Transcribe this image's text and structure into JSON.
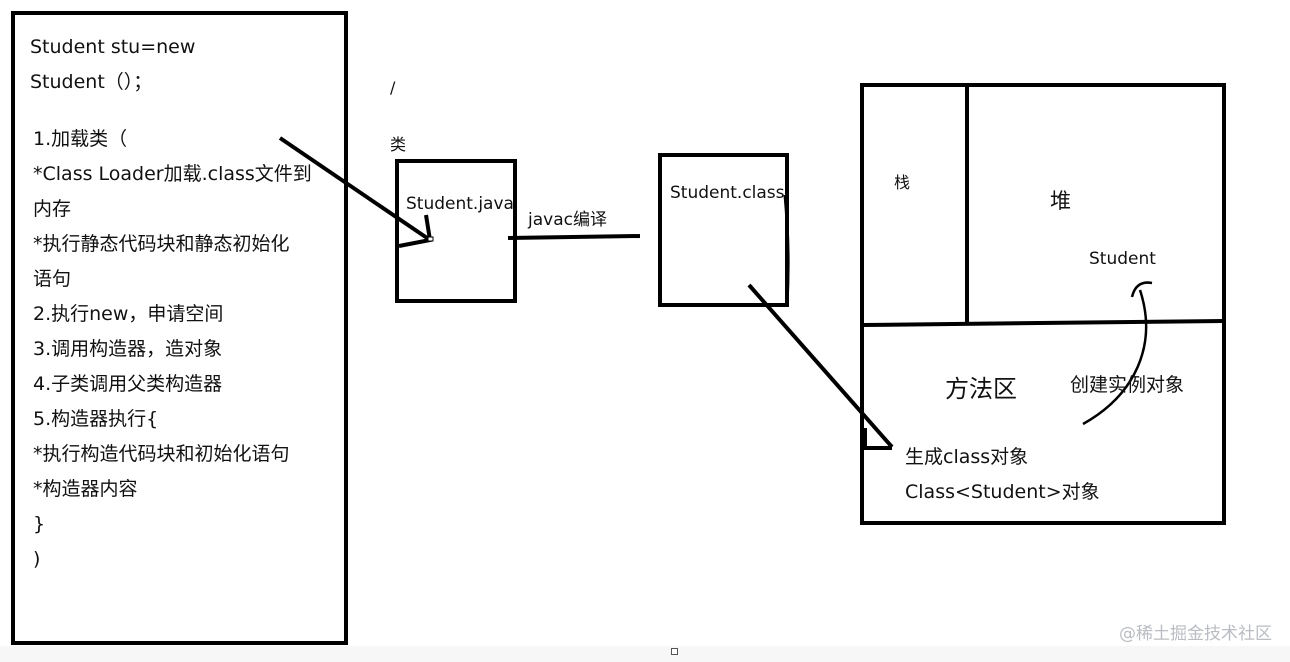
{
  "left_box": {
    "lines": [
      "Student stu=new",
      "Student（）；",
      "1.加载类（",
      "*Class Loader加载.class文件到",
      "内存",
      "*执行静态代码块和静态初始化",
      "语句",
      "2.执行new，申请空间",
      "3.调用构造器，造对象",
      "4.子类调用父类构造器",
      "5.构造器执行{",
      "*执行构造代码块和初始化语句",
      "*构造器内容",
      "}",
      ")"
    ]
  },
  "labels": {
    "slash_mark": "/",
    "class_label": "类",
    "student_java": "Student.java",
    "javac_compile": "javac编译",
    "student_class": "Student.class",
    "stack": "栈",
    "heap": "堆",
    "heap_student": "Student",
    "method_area": "方法区",
    "create_instance": "创建实例对象",
    "gen_class_obj": "生成class对象",
    "class_student_obj": "Class<Student>对象"
  },
  "watermark": "@稀土掘金技术社区"
}
